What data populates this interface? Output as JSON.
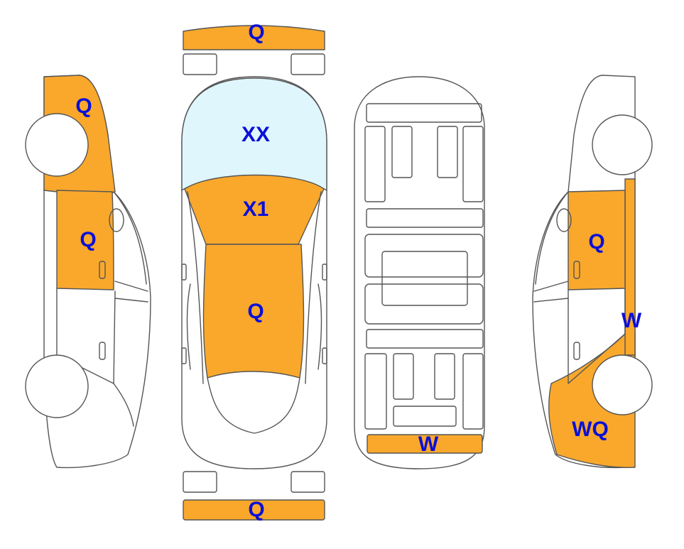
{
  "colors": {
    "damage": "#F9A82C",
    "glass": "#DFF6FC",
    "outline": "#555555",
    "label": "#0B10D6",
    "body": "#FFFFFF"
  },
  "labels": {
    "front_bumper": "Q",
    "hood": "XX",
    "windshield_roof": "X1",
    "roof_rear": "Q",
    "rear_bumper": "Q",
    "left_front": "Q",
    "left_front_door": "Q",
    "underbody_rear": "W",
    "right_front_door": "Q",
    "right_pillar": "W",
    "right_rear": "WQ"
  }
}
